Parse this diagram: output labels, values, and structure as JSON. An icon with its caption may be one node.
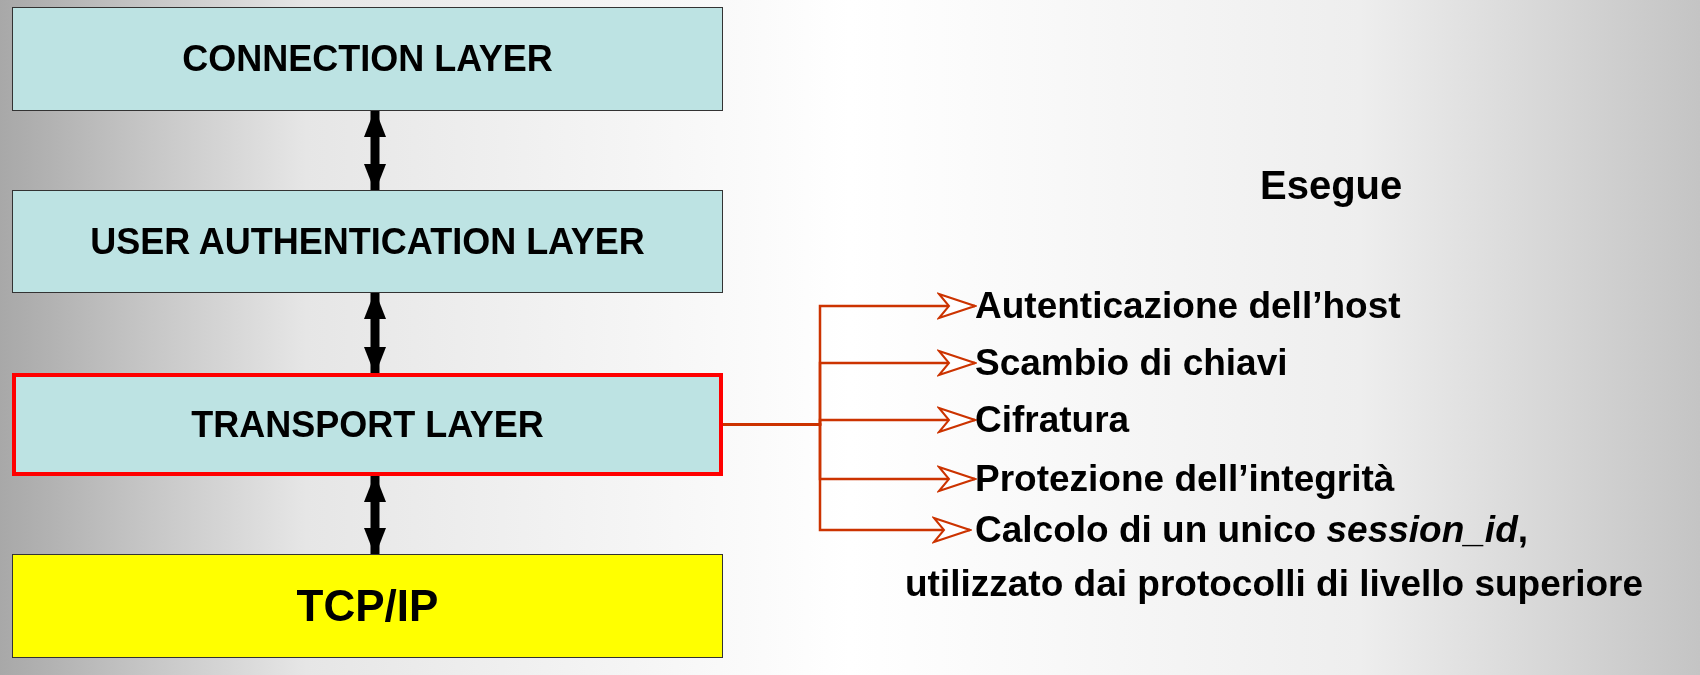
{
  "diagram": {
    "nodes": [
      {
        "text": [
          "CONNECTION LAYER"
        ]
      },
      {
        "text": [
          "USER AUTHENTICATION LAYER"
        ]
      },
      {
        "text": [
          "TRANSPORT LAYER"
        ]
      },
      {
        "text": [
          "TCP/IP"
        ]
      },
      {
        "text": [
          "Autenticazione dell’host"
        ]
      },
      {
        "text": [
          "Scambio di chiavi"
        ]
      },
      {
        "text": [
          "Cifratura"
        ]
      },
      {
        "text": [
          "Protezione dell’integrità"
        ]
      },
      {
        "text": [
          "Calcolo di un unico *session_id*, utilizzato dai protocolli di livello superiore"
        ]
      }
    ],
    "edges": [
      {
        "from": 0,
        "to": 1,
        "arrow": "both",
        "style": "thick",
        "color": "#000000"
      },
      {
        "from": 1,
        "to": 2,
        "arrow": "both",
        "style": "thick",
        "color": "#000000"
      },
      {
        "from": 2,
        "to": 3,
        "arrow": "both",
        "style": "thick",
        "color": "#000000"
      },
      {
        "from": 2,
        "to": 4,
        "arrow": "to",
        "color": "#cc3300"
      },
      {
        "from": 2,
        "to": 5,
        "arrow": "to",
        "color": "#cc3300"
      },
      {
        "from": 2,
        "to": 6,
        "arrow": "to",
        "color": "#cc3300"
      },
      {
        "from": 2,
        "to": 7,
        "arrow": "to",
        "color": "#cc3300"
      },
      {
        "from": 2,
        "to": 8,
        "arrow": "to",
        "color": "#cc3300"
      }
    ],
    "labels": [
      "Esegue"
    ]
  }
}
